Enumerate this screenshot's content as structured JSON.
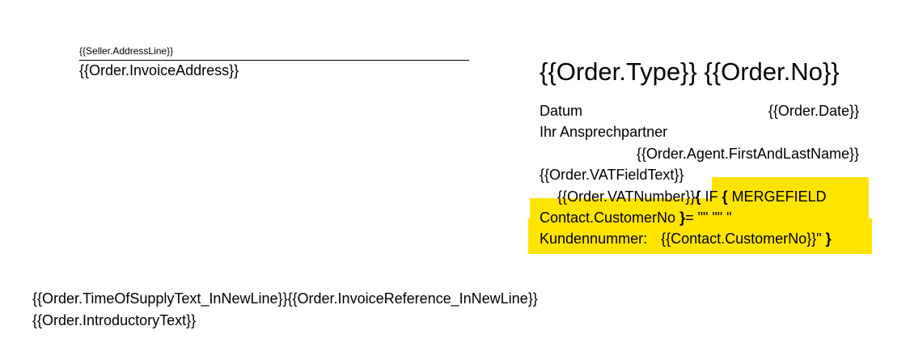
{
  "seller": {
    "address_line": "{{Seller.AddressLine}}"
  },
  "recipient": {
    "invoice_address": "{{Order.InvoiceAddress}}"
  },
  "heading": {
    "title": "{{Order.Type}} {{Order.No}}"
  },
  "meta": {
    "date_label": "Datum",
    "date_value": "{{Order.Date}}",
    "contact_label": "Ihr Ansprechpartner",
    "agent_value": "{{Order.Agent.FirstAndLastName}}",
    "vat_field_text": "{{Order.VATFieldText}}",
    "vat_number": "{{Order.VATNumber}}",
    "field_code": {
      "open_brace": "{",
      "if_keyword": " IF ",
      "inner_open_brace": "{",
      "mergefield_keyword": " MERGEFIELD",
      "mergefield_name": "Contact.CustomerNo ",
      "inner_close_brace": "}",
      "condition_rest": "= \"\" \"\" \"",
      "customer_label": "Kundennummer:",
      "customer_value": "{{Contact.CustomerNo}}\" ",
      "close_brace": "}"
    },
    "highlight_color": "#ffe400"
  },
  "body_text": {
    "supply_and_reference": "{{Order.TimeOfSupplyText_InNewLine}}{{Order.InvoiceReference_InNewLine}}",
    "introductory_text": "{{Order.IntroductoryText}}"
  }
}
